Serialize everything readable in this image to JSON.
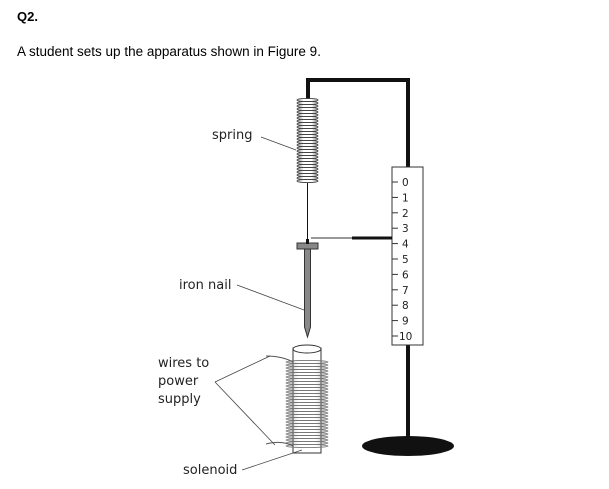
{
  "question": {
    "number": "Q2.",
    "text": "A student sets up the apparatus shown in Figure 9."
  },
  "figure": {
    "labels": {
      "spring": "spring",
      "iron_nail": "iron nail",
      "wires_line1": "wires to",
      "wires_line2": "power",
      "wires_line3": "supply",
      "solenoid": "solenoid"
    },
    "scale": [
      "0",
      "1",
      "2",
      "3",
      "4",
      "5",
      "6",
      "7",
      "8",
      "9",
      "10"
    ],
    "pointer_reading": 4
  }
}
